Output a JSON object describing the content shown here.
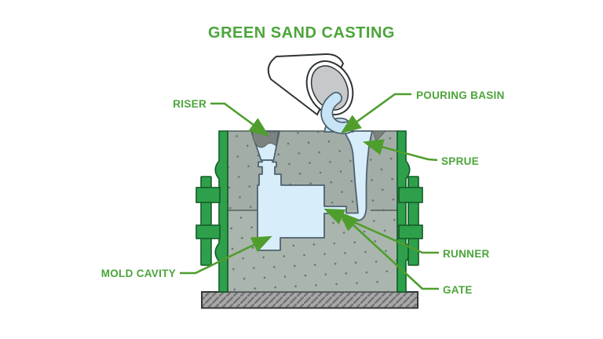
{
  "title": "GREEN SAND CASTING",
  "labels": {
    "riser": "RISER",
    "pouring_basin": "POURING BASIN",
    "sprue": "SPRUE",
    "runner": "RUNNER",
    "gate": "GATE",
    "mold_cavity": "MOLD CAVITY"
  },
  "colors": {
    "accent_green": "#4ba53a",
    "leader_green": "#4f9e2d",
    "flask_green": "#2ea04b",
    "flask_outline": "#135c28",
    "sand": "#aab5ae",
    "sand_dot": "#66746c",
    "liquid_blue": "#d8edfa",
    "stream_blue": "#c7e3f6",
    "liquid_outline": "#4e616e",
    "riser_top_gray": "#7c8280",
    "base_gray": "#a8a8a8",
    "background": "#ffffff"
  }
}
